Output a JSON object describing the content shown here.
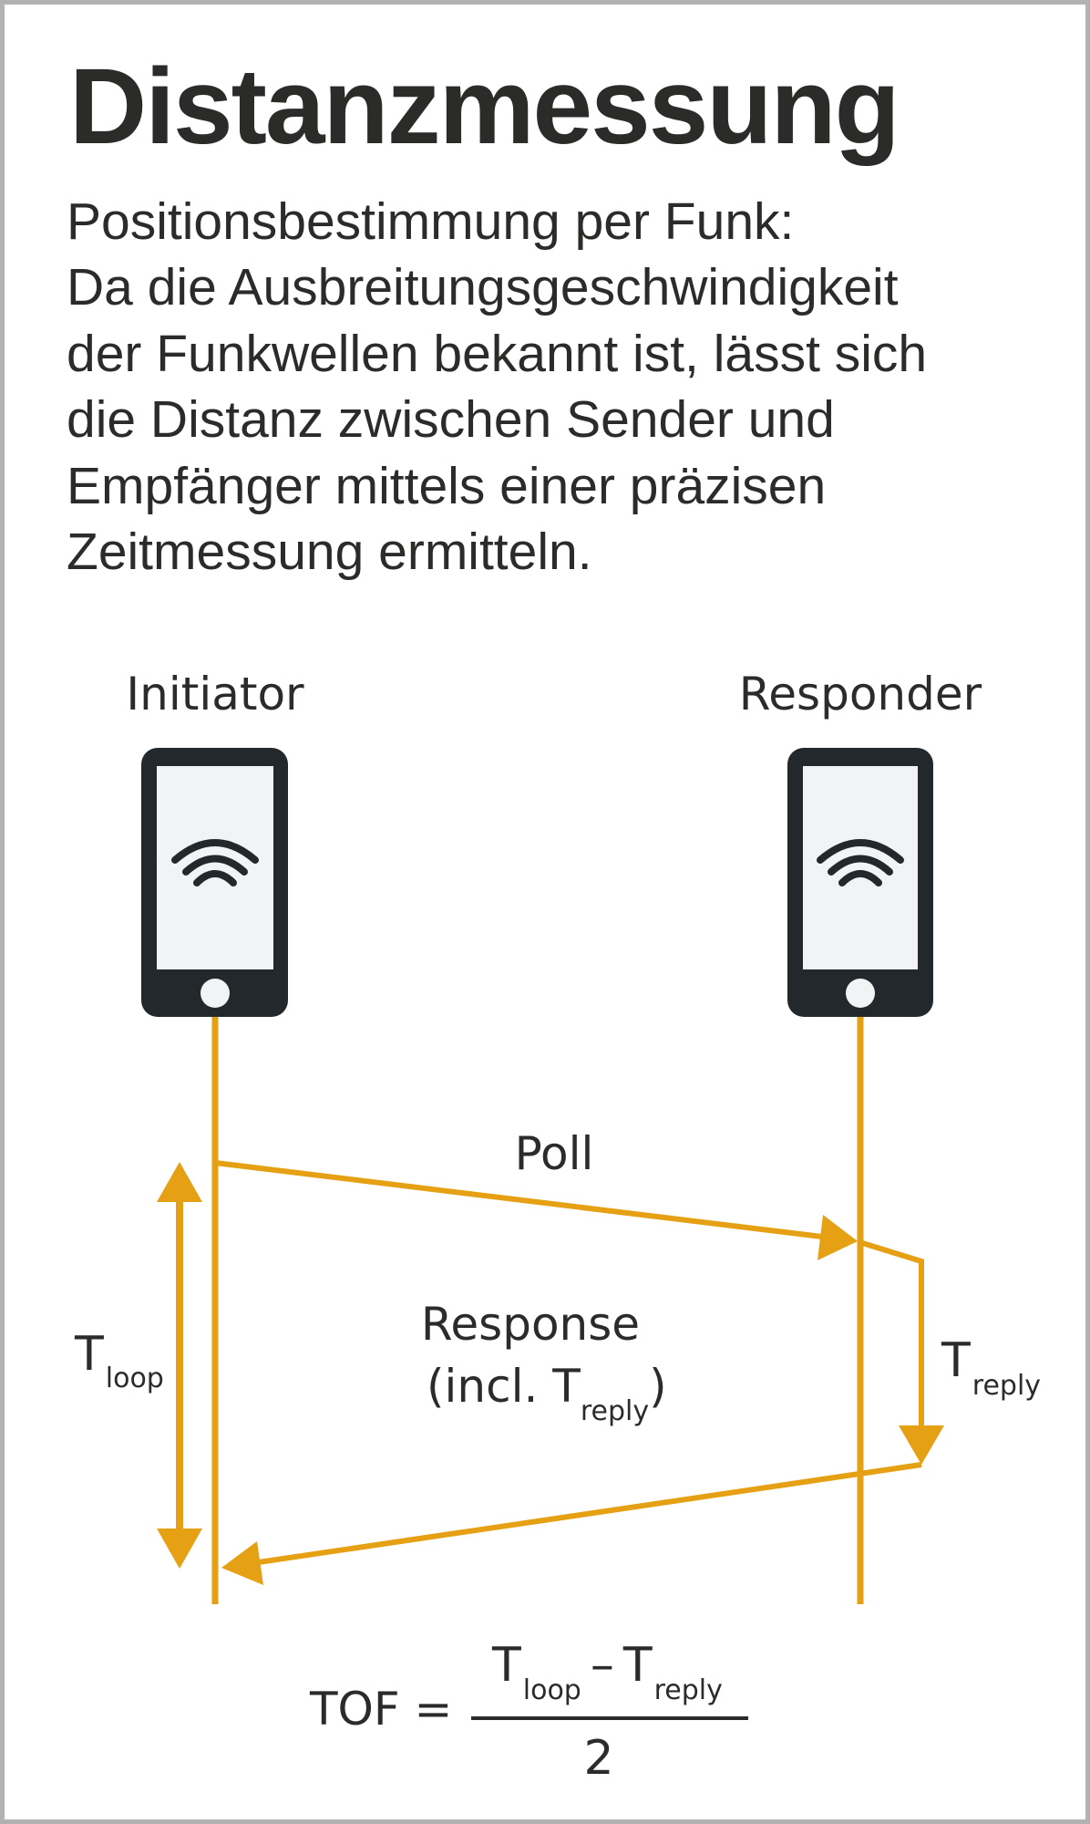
{
  "title": "Distanzmessung",
  "intro_lines": [
    "Positionsbestimmung per Funk:",
    "Da die Ausbreitungsgeschwindigkeit",
    "der Funkwellen bekannt ist, lässt sich",
    "die Distanz zwischen Sender und",
    "Empfänger mittels einer präzisen",
    "Zeitmessung ermitteln."
  ],
  "devices": {
    "initiator": {
      "label": "Initiator",
      "icon": "smartphone-wifi-icon"
    },
    "responder": {
      "label": "Responder",
      "icon": "smartphone-wifi-icon"
    }
  },
  "messages": {
    "poll": "Poll",
    "response_line1": "Response",
    "response_line2_prefix": "(incl. T",
    "response_line2_sub": "reply",
    "response_line2_suffix": ")"
  },
  "intervals": {
    "loop": {
      "main": "T",
      "sub": "loop"
    },
    "reply": {
      "main": "T",
      "sub": "reply"
    }
  },
  "formula": {
    "lhs": "TOF =",
    "num_t1": "T",
    "num_t1_sub": "loop",
    "num_minus": "–",
    "num_t2": "T",
    "num_t2_sub": "reply",
    "denominator": "2"
  },
  "colors": {
    "accent": "#e5a013",
    "device": "#22282b",
    "screen": "#f2f3f5",
    "text": "#2b2b29",
    "border": "#b2b2b2"
  }
}
